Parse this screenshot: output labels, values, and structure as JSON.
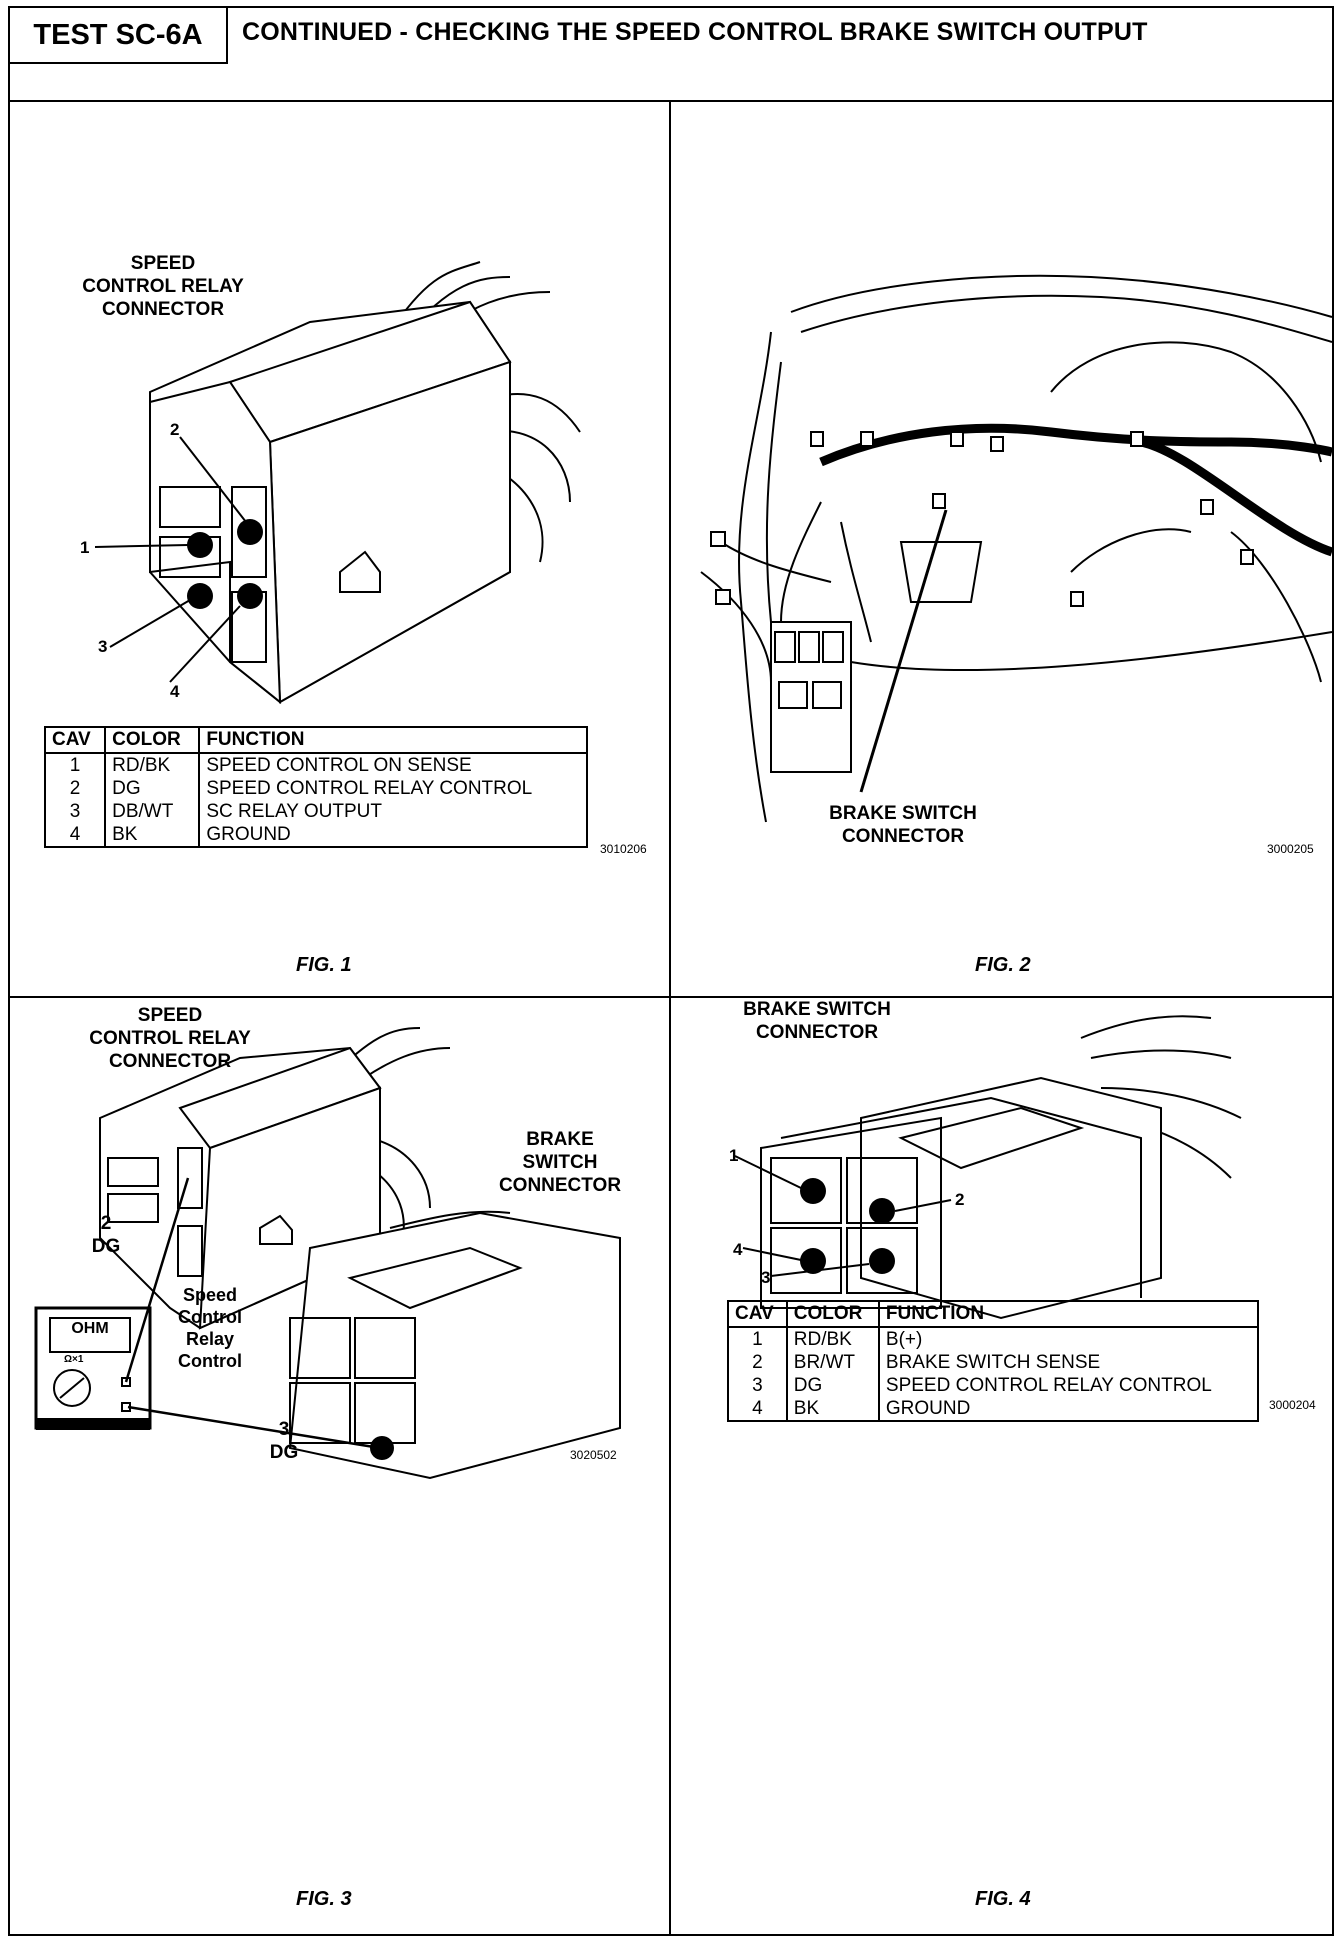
{
  "header": {
    "test_label": "TEST SC-6A",
    "title": "CONTINUED - CHECKING THE SPEED CONTROL BRAKE SWITCH OUTPUT"
  },
  "fig1": {
    "connector_label_lines": [
      "SPEED",
      "CONTROL RELAY",
      "CONNECTOR"
    ],
    "pins": [
      "1",
      "2",
      "3",
      "4"
    ],
    "table": {
      "headers": [
        "CAV",
        "COLOR",
        "FUNCTION"
      ],
      "rows": [
        [
          "1",
          "RD/BK",
          "SPEED CONTROL ON SENSE"
        ],
        [
          "2",
          "DG",
          "SPEED CONTROL RELAY CONTROL"
        ],
        [
          "3",
          "DB/WT",
          "SC RELAY OUTPUT"
        ],
        [
          "4",
          "BK",
          "GROUND"
        ]
      ]
    },
    "code": "3010206",
    "caption": "FIG. 1"
  },
  "fig2": {
    "connector_label_lines": [
      "BRAKE SWITCH",
      "CONNECTOR"
    ],
    "code": "3000205",
    "caption": "FIG. 2"
  },
  "fig3": {
    "relay_label_lines": [
      "SPEED",
      "CONTROL RELAY",
      "CONNECTOR"
    ],
    "brake_label_lines": [
      "BRAKE",
      "SWITCH",
      "CONNECTOR"
    ],
    "pin2_lines": [
      "2",
      "DG"
    ],
    "pin3_lines": [
      "3",
      "DG"
    ],
    "signal_lines": [
      "Speed",
      "Control",
      "Relay",
      "Control"
    ],
    "meter_display": "OHM",
    "meter_range": "Ω×1",
    "code": "3020502",
    "caption": "FIG. 3"
  },
  "fig4": {
    "connector_label_lines": [
      "BRAKE SWITCH",
      "CONNECTOR"
    ],
    "pins": [
      "1",
      "2",
      "3",
      "4"
    ],
    "table": {
      "headers": [
        "CAV",
        "COLOR",
        "FUNCTION"
      ],
      "rows": [
        [
          "1",
          "RD/BK",
          "B(+)"
        ],
        [
          "2",
          "BR/WT",
          "BRAKE SWITCH SENSE"
        ],
        [
          "3",
          "DG",
          "SPEED CONTROL RELAY CONTROL"
        ],
        [
          "4",
          "BK",
          "GROUND"
        ]
      ]
    },
    "code": "3000204",
    "caption": "FIG. 4"
  }
}
